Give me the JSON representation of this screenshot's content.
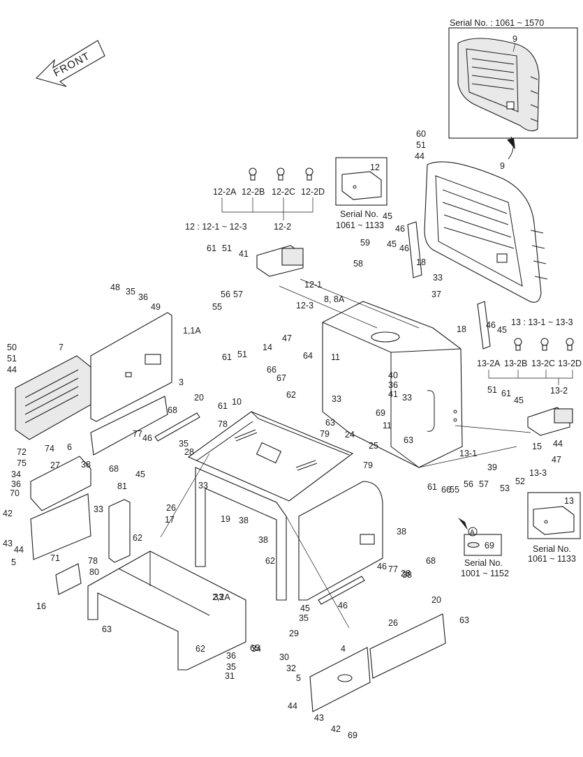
{
  "colors": {
    "ink": "#1a1a1a",
    "background": "#ffffff",
    "panel_fill": "#e9e9e9"
  },
  "front_arrow": {
    "label": "FRONT"
  },
  "callout_boxes": [
    {
      "id": "top",
      "title": "Serial No. : 1061 ~ 1570",
      "parts": [
        "9"
      ]
    },
    {
      "id": "lamp12",
      "title_lines": [
        "Serial No.",
        "1061 ~ 1133"
      ],
      "parts": [
        "12"
      ]
    },
    {
      "id": "lamp13",
      "title_lines": [
        "Serial No.",
        "1061 ~ 1133"
      ],
      "parts": [
        "13"
      ]
    },
    {
      "id": "a69",
      "title_lines": [
        "Serial No.",
        "1001 ~ 1152"
      ],
      "marker": "A",
      "parts": [
        "69"
      ]
    }
  ],
  "groups": {
    "g12": {
      "bulbs": [
        "12-2A",
        "12-2B",
        "12-2C",
        "12-2D"
      ],
      "parent": "12-2",
      "range": "12 : 12-1 ~ 12-3"
    },
    "g13": {
      "bulbs": [
        "13-2A",
        "13-2B",
        "13-2C",
        "13-2D"
      ],
      "parent": "13-2",
      "range": "13 : 13-1 ~ 13-3"
    }
  },
  "marker_a": "A",
  "labels": [
    "60",
    "51",
    "44",
    "9",
    "45",
    "46",
    "45",
    "46",
    "18",
    "59",
    "58",
    "33",
    "37",
    "18",
    "46",
    "45",
    "61",
    "51",
    "41",
    "12-1",
    "56",
    "57",
    "12-3",
    "55",
    "14",
    "47",
    "61",
    "51",
    "8, 8A",
    "48",
    "35",
    "36",
    "49",
    "1,1A",
    "50",
    "51",
    "44",
    "7",
    "3",
    "66",
    "67",
    "64",
    "11",
    "40",
    "36",
    "41",
    "62",
    "33",
    "63",
    "69",
    "33",
    "11",
    "20",
    "61",
    "78",
    "10",
    "68",
    "77",
    "46",
    "45",
    "35",
    "28",
    "72",
    "74",
    "75",
    "27",
    "34",
    "36",
    "70",
    "6",
    "38",
    "68",
    "79",
    "24",
    "25",
    "63",
    "79",
    "81",
    "33",
    "19",
    "38",
    "17",
    "26",
    "42",
    "43",
    "44",
    "5",
    "33",
    "62",
    "38",
    "71",
    "78",
    "80",
    "16",
    "63",
    "2,2A",
    "38",
    "62",
    "65",
    "61",
    "66",
    "55",
    "56",
    "57",
    "39",
    "53",
    "52",
    "13-3",
    "15",
    "47",
    "13-1",
    "44",
    "51",
    "61",
    "45",
    "46",
    "77",
    "28",
    "38",
    "68",
    "20",
    "46",
    "45",
    "35",
    "26",
    "4",
    "63",
    "33",
    "62",
    "34",
    "36",
    "35",
    "31",
    "29",
    "30",
    "32",
    "5",
    "44",
    "43",
    "42",
    "69"
  ]
}
